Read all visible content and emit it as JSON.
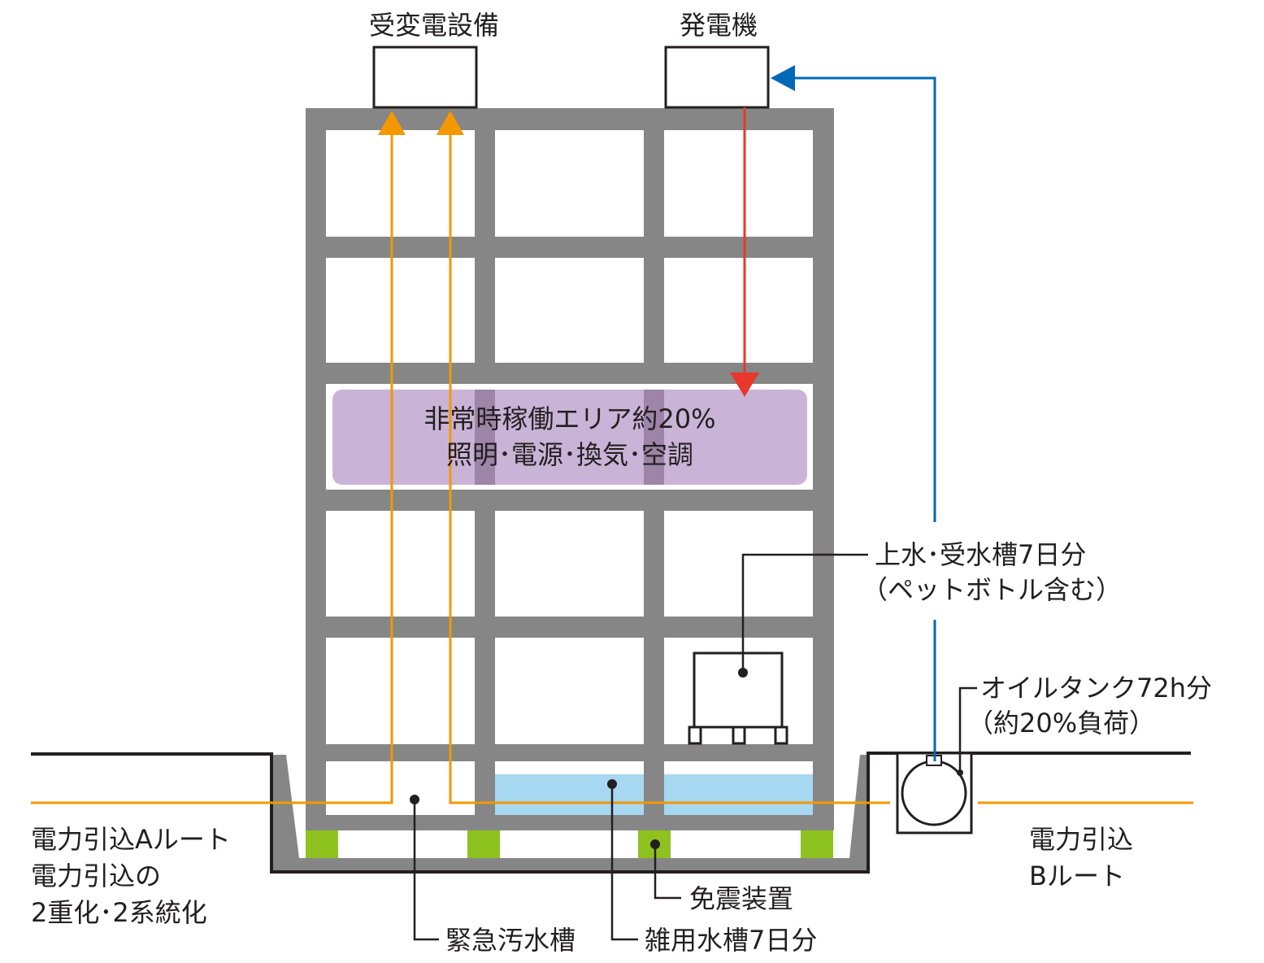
{
  "labels": {
    "substation": "受変電設備",
    "generator": "発電機",
    "emergency_area_line1": "非常時稼働エリア約20%",
    "emergency_area_line2": "照明･電源･換気･空調",
    "water_tank_line1": "上水･受水槽7日分",
    "water_tank_line2": "（ペットボトル含む）",
    "oil_tank_line1": "オイルタンク72h分",
    "oil_tank_line2": "（約20%負荷）",
    "route_a_line1": "電力引込Aルート",
    "route_a_line2": "電力引込の",
    "route_a_line3": "2重化･2系統化",
    "route_b_line1": "電力引込",
    "route_b_line2": "Bルート",
    "seismic_isolation": "免震装置",
    "emergency_sewage": "緊急汚水槽",
    "gray_water_tank": "雑用水槽7日分"
  },
  "colors": {
    "frame": "#868686",
    "power_line": "#f39800",
    "generator_feed": "#e8382b",
    "fuel_line": "#0068b7",
    "emergency_area": "#c9b3d6",
    "water_fill": "#a7d8f2",
    "isolator": "#8dc21f",
    "outline": "#231f20"
  }
}
